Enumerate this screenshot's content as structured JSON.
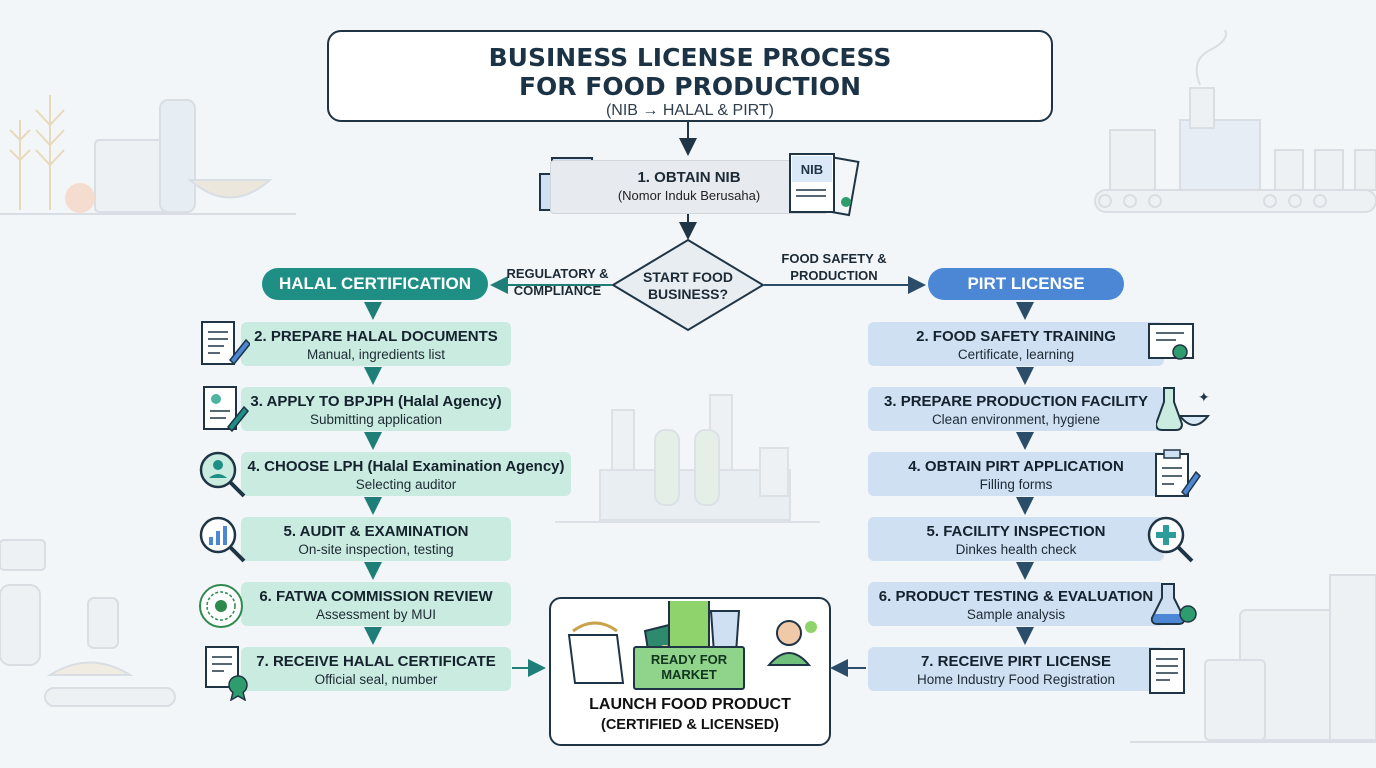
{
  "title": {
    "line1": "BUSINESS LICENSE PROCESS",
    "line2": "FOR FOOD PRODUCTION",
    "subtitle": "(NIB → HALAL & PIRT)"
  },
  "nib": {
    "title": "1. OBTAIN NIB",
    "subtitle": "(Nomor Induk Berusaha)",
    "doc_label": "NIB"
  },
  "decision": {
    "text": "START FOOD BUSINESS?"
  },
  "branches": {
    "left_label": "REGULATORY & COMPLIANCE",
    "right_label": "FOOD SAFETY & PRODUCTION"
  },
  "halal": {
    "header": "HALAL CERTIFICATION",
    "steps": [
      {
        "title": "2. PREPARE HALAL DOCUMENTS",
        "desc": "Manual, ingredients list",
        "icon": "document-pen-icon"
      },
      {
        "title": "3. APPLY TO BPJPH (Halal Agency)",
        "desc": "Submitting application",
        "icon": "application-form-icon"
      },
      {
        "title": "4. CHOOSE LPH (Halal Examination Agency)",
        "desc": "Selecting auditor",
        "icon": "auditor-search-icon"
      },
      {
        "title": "5. AUDIT & EXAMINATION",
        "desc": "On-site inspection, testing",
        "icon": "chart-magnifier-icon"
      },
      {
        "title": "6. FATWA COMMISSION REVIEW",
        "desc": "Assessment by MUI",
        "icon": "mui-seal-icon"
      },
      {
        "title": "7. RECEIVE HALAL CERTIFICATE",
        "desc": "Official seal, number",
        "icon": "certificate-ribbon-icon"
      }
    ]
  },
  "pirt": {
    "header": "PIRT LICENSE",
    "steps": [
      {
        "title": "2. FOOD SAFETY TRAINING",
        "desc": "Certificate, learning",
        "icon": "certificate-icon"
      },
      {
        "title": "3. PREPARE PRODUCTION FACILITY",
        "desc": "Clean environment, hygiene",
        "icon": "flask-bowl-icon"
      },
      {
        "title": "4. OBTAIN PIRT APPLICATION",
        "desc": "Filling forms",
        "icon": "clipboard-pen-icon"
      },
      {
        "title": "5. FACILITY INSPECTION",
        "desc": "Dinkes health check",
        "icon": "health-magnifier-icon"
      },
      {
        "title": "6. PRODUCT TESTING & EVALUATION",
        "desc": "Sample analysis",
        "icon": "test-flask-icon"
      },
      {
        "title": "7. RECEIVE PIRT LICENSE",
        "desc": "Home Industry Food Registration",
        "icon": "license-document-icon"
      }
    ]
  },
  "launch": {
    "title_line1": "LAUNCH FOOD PRODUCT",
    "title_line2": "(CERTIFIED & LICENSED)",
    "banner_line1": "READY FOR",
    "banner_line2": "MARKET"
  },
  "colors": {
    "halal": "#1f8f85",
    "pirt": "#4b87d4",
    "halal_step_bg": "#c9ebe0",
    "pirt_step_bg": "#cfe0f3",
    "dark": "#1f3546"
  }
}
